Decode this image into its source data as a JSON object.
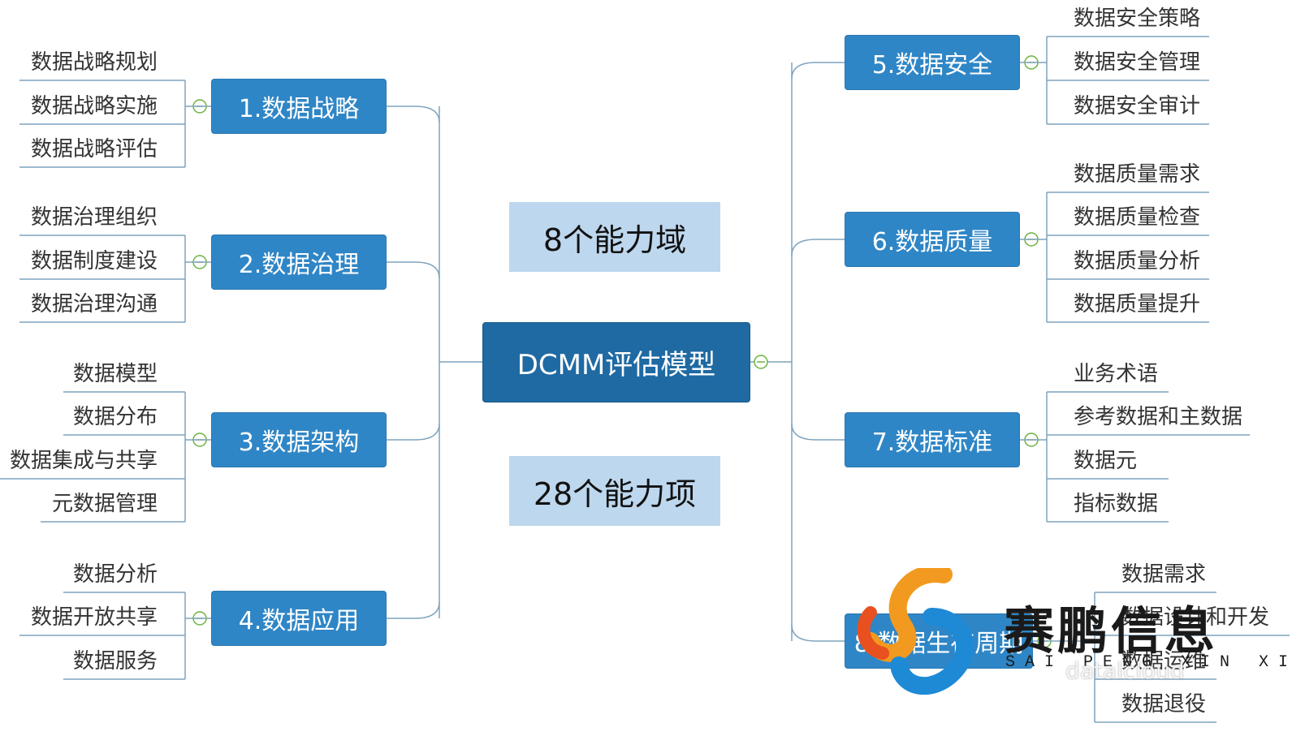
{
  "root": "DCMM评估模型",
  "info": {
    "domains": "8个能力域",
    "items": "28个能力项"
  },
  "left": [
    {
      "title": "1.数据战略",
      "items": [
        "数据战略规划",
        "数据战略实施",
        "数据战略评估"
      ]
    },
    {
      "title": "2.数据治理",
      "items": [
        "数据治理组织",
        "数据制度建设",
        "数据治理沟通"
      ]
    },
    {
      "title": "3.数据架构",
      "items": [
        "数据模型",
        "数据分布",
        "数据集成与共享",
        "元数据管理"
      ]
    },
    {
      "title": "4.数据应用",
      "items": [
        "数据分析",
        "数据开放共享",
        "数据服务"
      ]
    }
  ],
  "right": [
    {
      "title": "5.数据安全",
      "items": [
        "数据安全策略",
        "数据安全管理",
        "数据安全审计"
      ]
    },
    {
      "title": "6.数据质量",
      "items": [
        "数据质量需求",
        "数据质量检查",
        "数据质量分析",
        "数据质量提升"
      ]
    },
    {
      "title": "7.数据标准",
      "items": [
        "业务术语",
        "参考数据和主数据",
        "数据元",
        "指标数据"
      ]
    },
    {
      "title": "8.数据生存周期",
      "items": [
        "数据需求",
        "数据设计和开发",
        "数据运维",
        "数据退役"
      ]
    }
  ],
  "brand": {
    "name": "赛鹏信息",
    "pinyin": "SAI PENG XIN XI",
    "watermark": "datalcloud"
  },
  "colors": {
    "node": "#2f86c6",
    "root": "#1f6aa3",
    "info_bg": "#bdd7ee",
    "line": "#7fa3bd",
    "collapse": "#6cb33e"
  }
}
